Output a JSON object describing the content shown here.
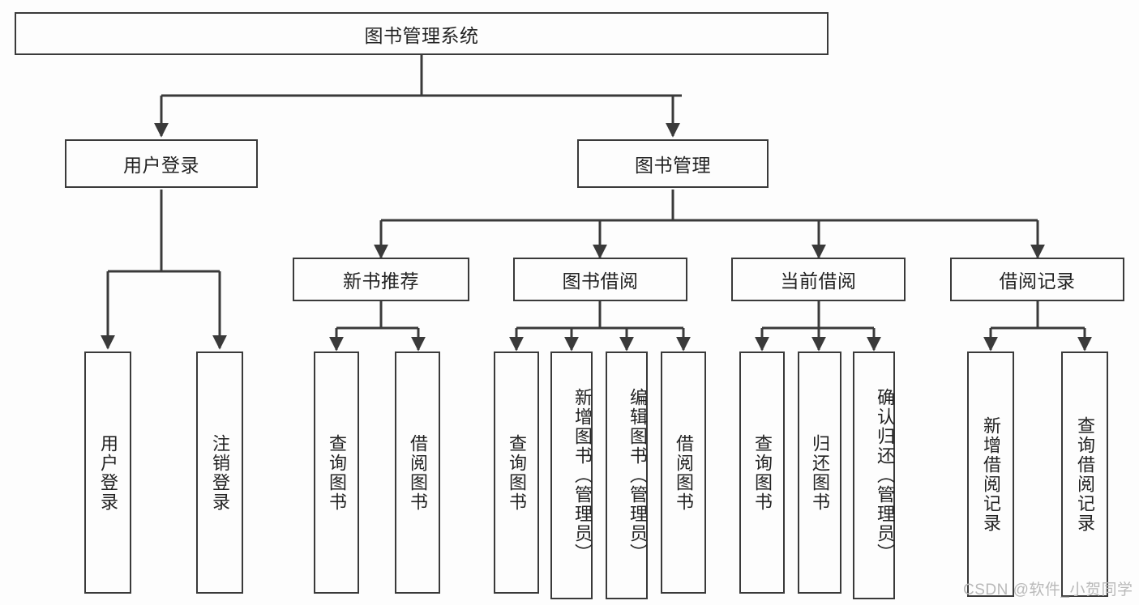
{
  "diagram": {
    "title": "图书管理系统",
    "type": "hierarchy-tree",
    "stroke_color": "#3a3a3a",
    "background_color": "#fdfdfd",
    "text_color": "#222222",
    "watermark": "CSDN @软件_小贺同学",
    "levels": {
      "root": {
        "label": "图书管理系统"
      },
      "level2": [
        {
          "label": "用户登录"
        },
        {
          "label": "图书管理"
        }
      ],
      "level3": [
        {
          "label": "新书推荐"
        },
        {
          "label": "图书借阅"
        },
        {
          "label": "当前借阅"
        },
        {
          "label": "借阅记录"
        }
      ],
      "leaves": {
        "user_login": [
          {
            "label": "用户登录"
          },
          {
            "label": "注销登录"
          }
        ],
        "new_book_recommend": [
          {
            "label": "查询图书"
          },
          {
            "label": "借阅图书"
          }
        ],
        "book_borrow": [
          {
            "label": "查询图书"
          },
          {
            "label": "新增图书（管理员）"
          },
          {
            "label": "编辑图书（管理员）"
          },
          {
            "label": "借阅图书"
          }
        ],
        "current_borrow": [
          {
            "label": "查询图书"
          },
          {
            "label": "归还图书"
          },
          {
            "label": "确认归还（管理员）"
          }
        ],
        "borrow_record": [
          {
            "label": "新增借阅记录"
          },
          {
            "label": "查询借阅记录"
          }
        ]
      }
    }
  }
}
